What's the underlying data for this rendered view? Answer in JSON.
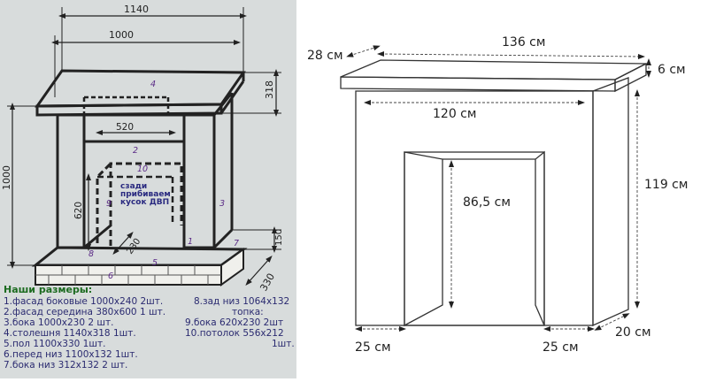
{
  "left_diagram": {
    "dims": {
      "top_width": "1140",
      "inner_width": "1000",
      "height": "1000",
      "top_depth": "318",
      "opening_width": "520",
      "inner_height": "620",
      "side_depth": "230",
      "base_height": "150",
      "base_depth": "330"
    },
    "parts": [
      "1",
      "2",
      "3",
      "4",
      "5",
      "6",
      "7",
      "8",
      "9",
      "10"
    ],
    "note_lines": [
      "сзади",
      "прибиваем",
      "кусок ДВП"
    ]
  },
  "legend": {
    "header": "Наши размеры:",
    "rows": [
      "1.фасад боковые 1000x240    2шт.",
      "2.фасад середина 380x600    1 шт.",
      "3.бока  1000x230   2 шт.",
      "4.столешня  1140x318   1шт.",
      "5.пол  1100x330   1шт.",
      "6.перед низ   1100x132     1шт.",
      "7.бока низ   312x132   2 шт.",
      "8.зад низ  1064x132",
      "топка:",
      "9.бока 620x230   2шт",
      "10.потолок 556x212",
      "1шт."
    ]
  },
  "right_diagram": {
    "dims": {
      "top_depth": "28 см",
      "top_width": "136 см",
      "top_thickness": "6 см",
      "body_width": "120 см",
      "height": "119 см",
      "opening_height": "86,5 см",
      "left_leg": "25 см",
      "right_leg": "25 см",
      "depth": "20 см"
    }
  }
}
